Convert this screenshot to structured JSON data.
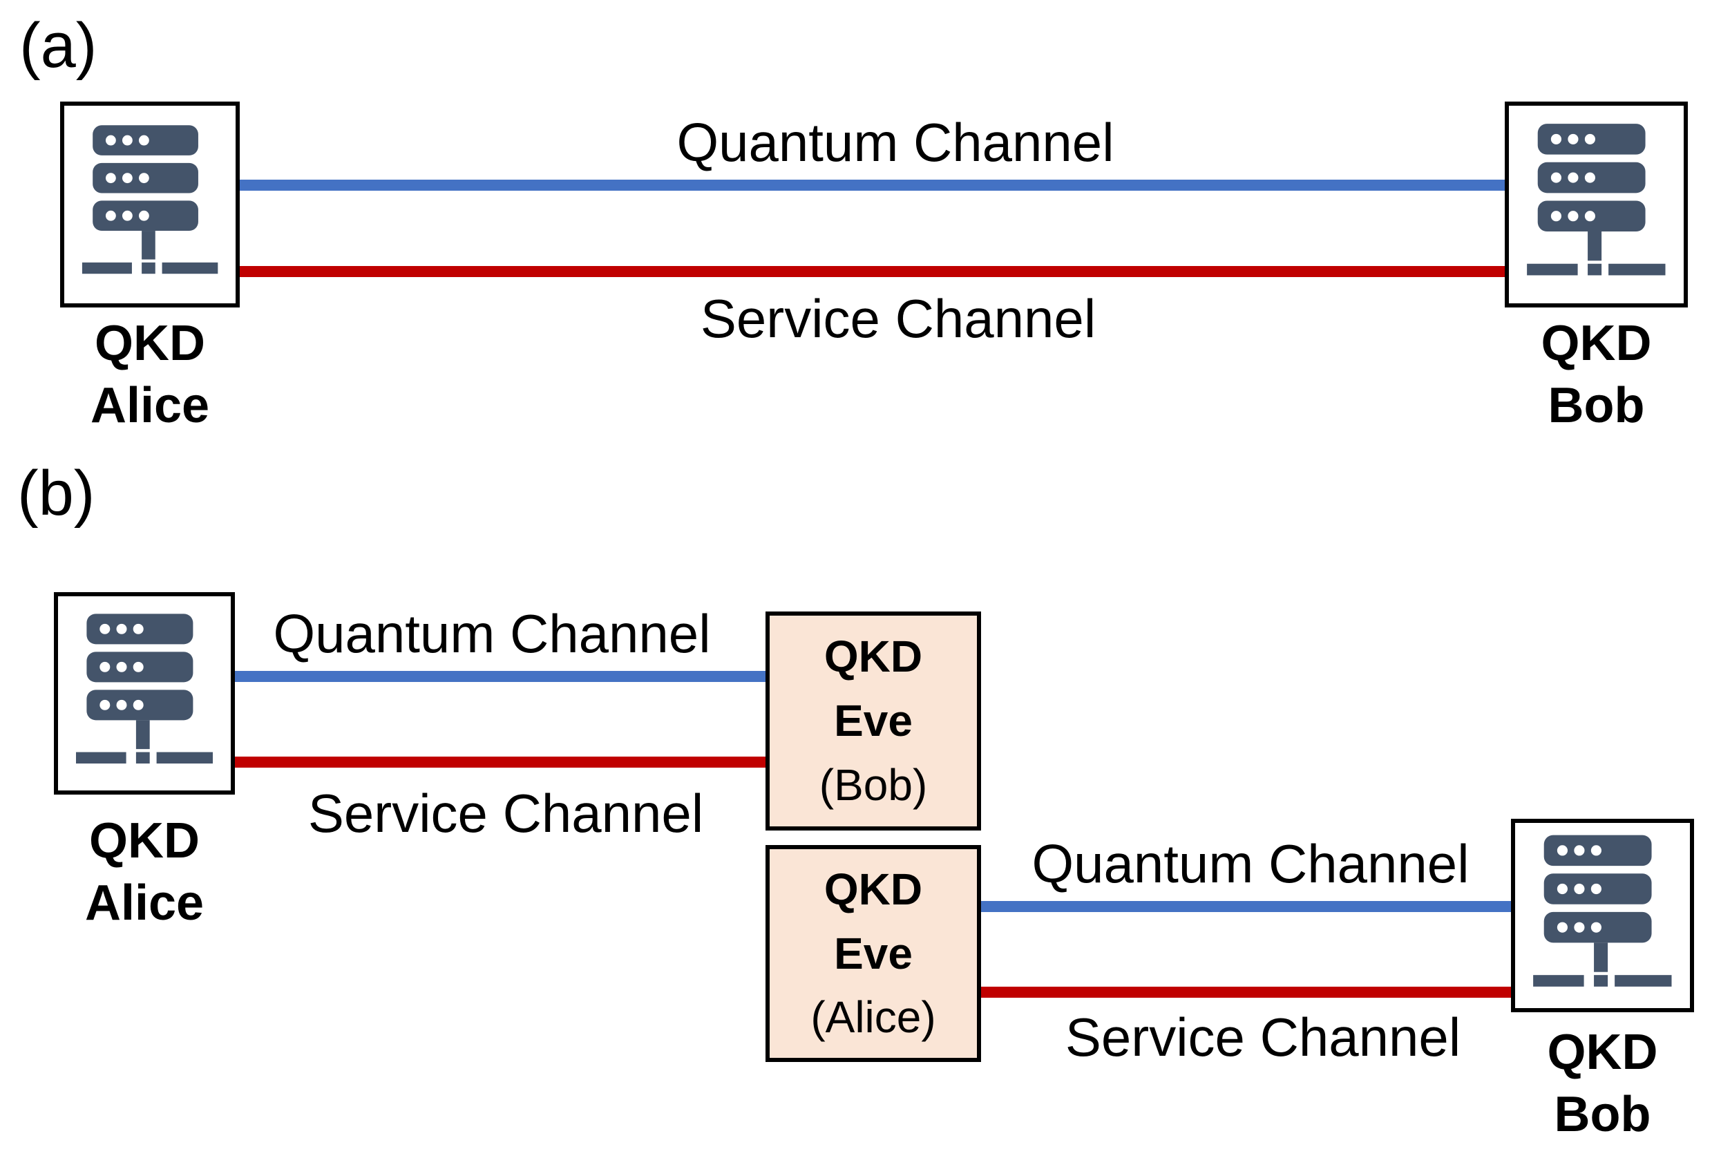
{
  "figure": {
    "type": "network-diagram",
    "description_visible_text_only": true
  },
  "colors": {
    "quantum_line": "#4472C4",
    "service_line": "#C00000",
    "server_icon": "#44546A",
    "eve_fill": "#FAE5D6",
    "node_border": "#000000",
    "text": "#000000"
  },
  "icons": {
    "server": "server-icon"
  },
  "panels": {
    "a": {
      "label": "(a)",
      "alice": {
        "line1": "QKD",
        "line2": "Alice"
      },
      "bob": {
        "line1": "QKD",
        "line2": "Bob"
      },
      "quantum_label": "Quantum Channel",
      "service_label": "Service Channel"
    },
    "b": {
      "label": "(b)",
      "alice": {
        "line1": "QKD",
        "line2": "Alice"
      },
      "bob": {
        "line1": "QKD",
        "line2": "Bob"
      },
      "eve_bob": {
        "line1": "QKD",
        "line2": "Eve",
        "line3": "(Bob)"
      },
      "eve_alice": {
        "line1": "QKD",
        "line2": "Eve",
        "line3": "(Alice)"
      },
      "quantum_label_1": "Quantum Channel",
      "service_label_1": "Service Channel",
      "quantum_label_2": "Quantum Channel",
      "service_label_2": "Service Channel"
    }
  }
}
